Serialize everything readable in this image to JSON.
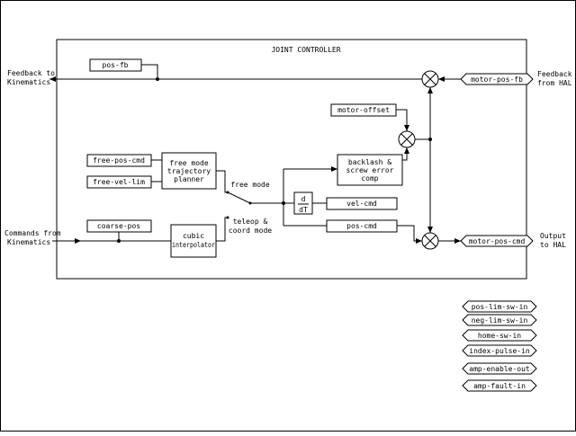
{
  "colors": {
    "stroke": "#000000",
    "background": "#ffffff"
  },
  "d": {
    "title": "JOINT CONTROLLER",
    "left": {
      "fb1": "Feedback to",
      "fb2": "Kinematics",
      "cmd1": "Commands from",
      "cmd2": "Kinematics"
    },
    "right": {
      "fb1": "Feedback",
      "fb2": "from HAL",
      "out1": "Output",
      "out2": "to HAL"
    },
    "boxes": {
      "pos_fb": "pos-fb",
      "motor_offset": "motor-offset",
      "free_pos_cmd": "free-pos-cmd",
      "free_vel_lim": "free-vel-lim",
      "traj1": "free mode",
      "traj2": "trajectory",
      "traj3": "planner",
      "back1": "backlash &",
      "back2": "screw error",
      "back3": "comp",
      "ddt_num": "d",
      "ddt_den": "dT",
      "vel_cmd": "vel-cmd",
      "pos_cmd": "pos-cmd",
      "coarse_pos": "coarse-pos",
      "cubic1": "cubic",
      "cubic2": "interpolator"
    },
    "modes": {
      "free": "free mode",
      "teleop1": "teleop &",
      "teleop2": "coord mode"
    },
    "tags": {
      "motor_pos_fb": "motor-pos-fb",
      "motor_pos_cmd": "motor-pos-cmd",
      "pos_lim": "pos-lim-sw-in",
      "neg_lim": "neg-lim-sw-in",
      "home": "home-sw-in",
      "index": "index-pulse-in",
      "amp_enable": "amp-enable-out",
      "amp_fault": "amp-fault-in"
    }
  }
}
